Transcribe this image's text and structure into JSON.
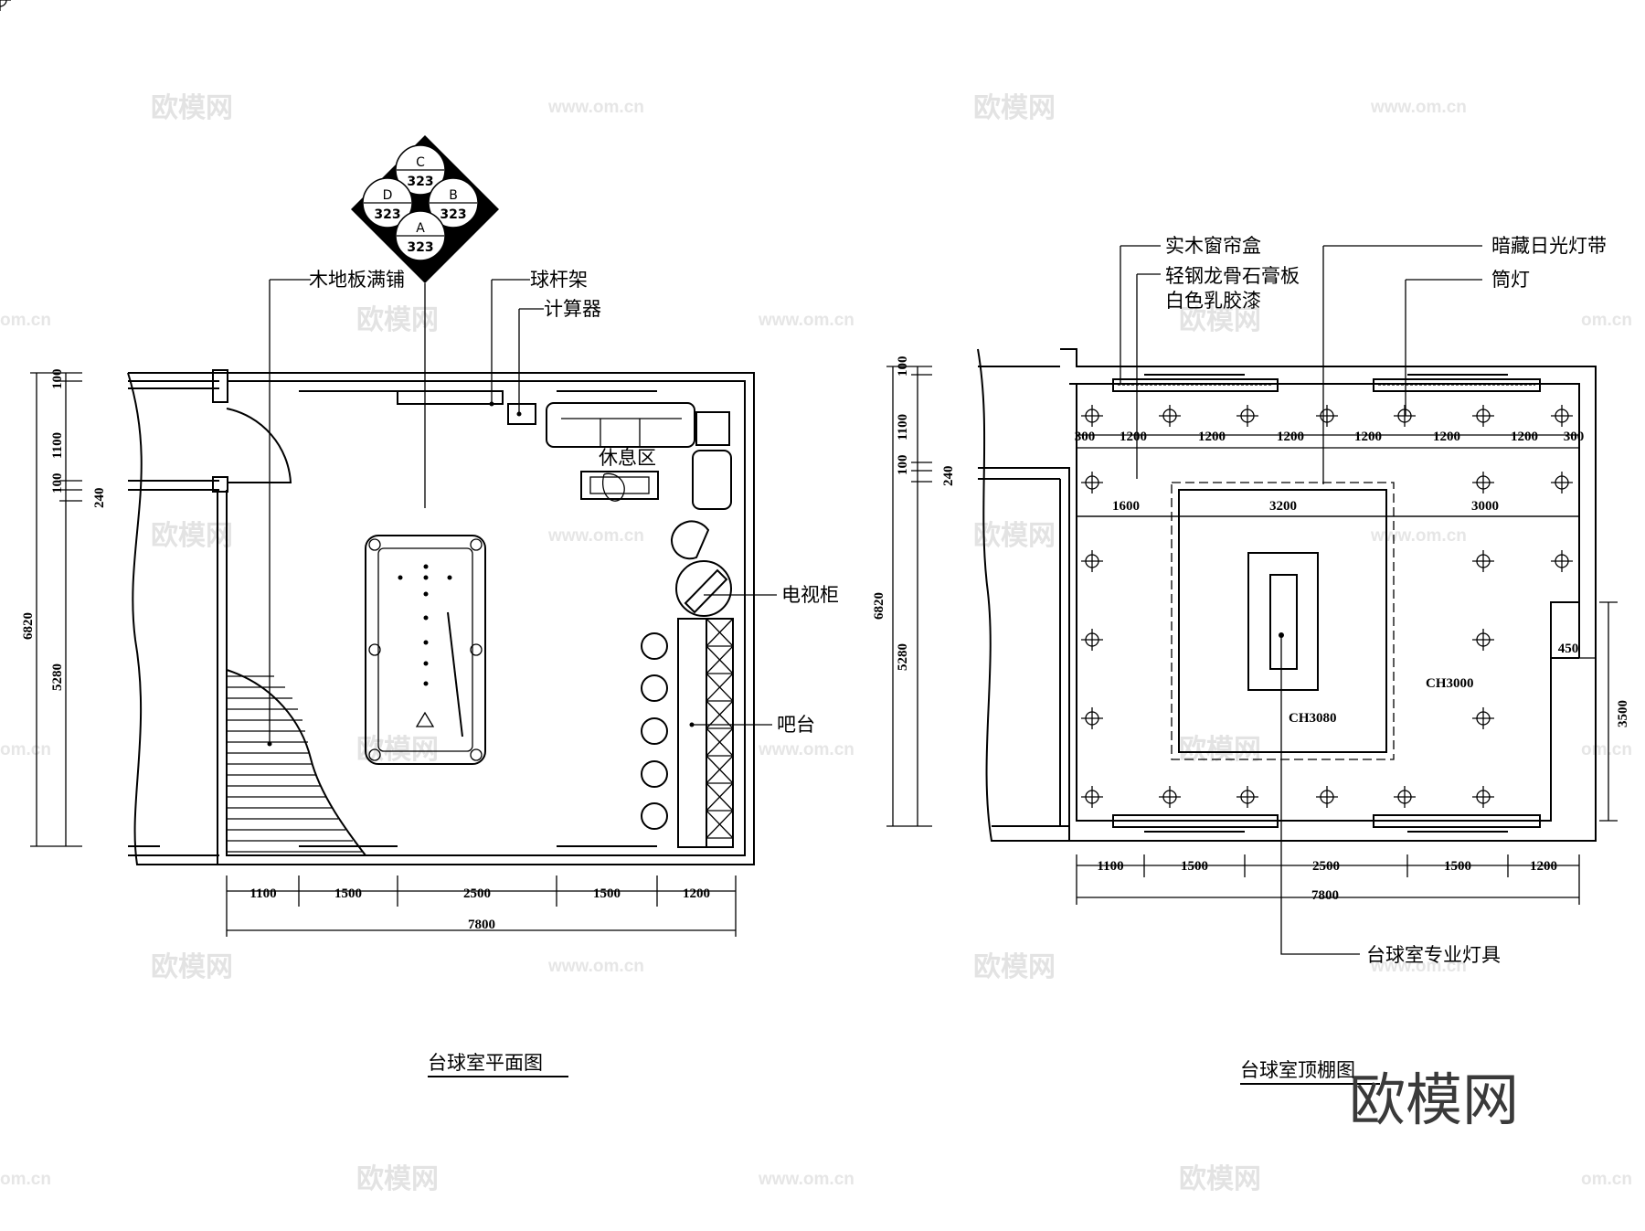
{
  "watermark": {
    "brand": "欧模网",
    "url": "www.om.cn",
    "url_short": "om.cn"
  },
  "logo_text": "欧模网",
  "compass": {
    "c": "C",
    "d": "D",
    "b": "B",
    "a": "A",
    "num": "323"
  },
  "plan": {
    "title": "台球室平面图",
    "labels": {
      "floor": "木地板满铺",
      "cue_rack": "球杆架",
      "calculator": "计算器",
      "rest_area": "休息区",
      "tv_cabinet": "电视柜",
      "bar": "吧台"
    },
    "bottom_dims": [
      "1100",
      "1500",
      "2500",
      "1500",
      "1200"
    ],
    "bottom_total": "7800",
    "left_dims": [
      "100",
      "1100",
      "100",
      "240",
      "5280"
    ],
    "left_total": "6820"
  },
  "ceiling": {
    "title": "台球室顶棚图",
    "labels": {
      "curtain_box": "实木窗帘盒",
      "gypsum_1": "轻钢龙骨石膏板",
      "gypsum_2": "白色乳胶漆",
      "hidden_light": "暗藏日光灯带",
      "downlight": "筒灯",
      "pro_light": "台球室专业灯具"
    },
    "top_dims": [
      "300",
      "1200",
      "1200",
      "1200",
      "1200",
      "1200",
      "1200",
      "300"
    ],
    "mid_dims": [
      "1600",
      "3200",
      "3000"
    ],
    "right_dim_450": "450",
    "right_dim_3500": "3500",
    "ch_center": "CH3080",
    "ch_room": "CH3000",
    "bottom_dims": [
      "1100",
      "1500",
      "2500",
      "1500",
      "1200"
    ],
    "bottom_total": "7800",
    "left_dims": [
      "100",
      "1100",
      "100",
      "240",
      "5280"
    ],
    "left_total": "6820"
  }
}
